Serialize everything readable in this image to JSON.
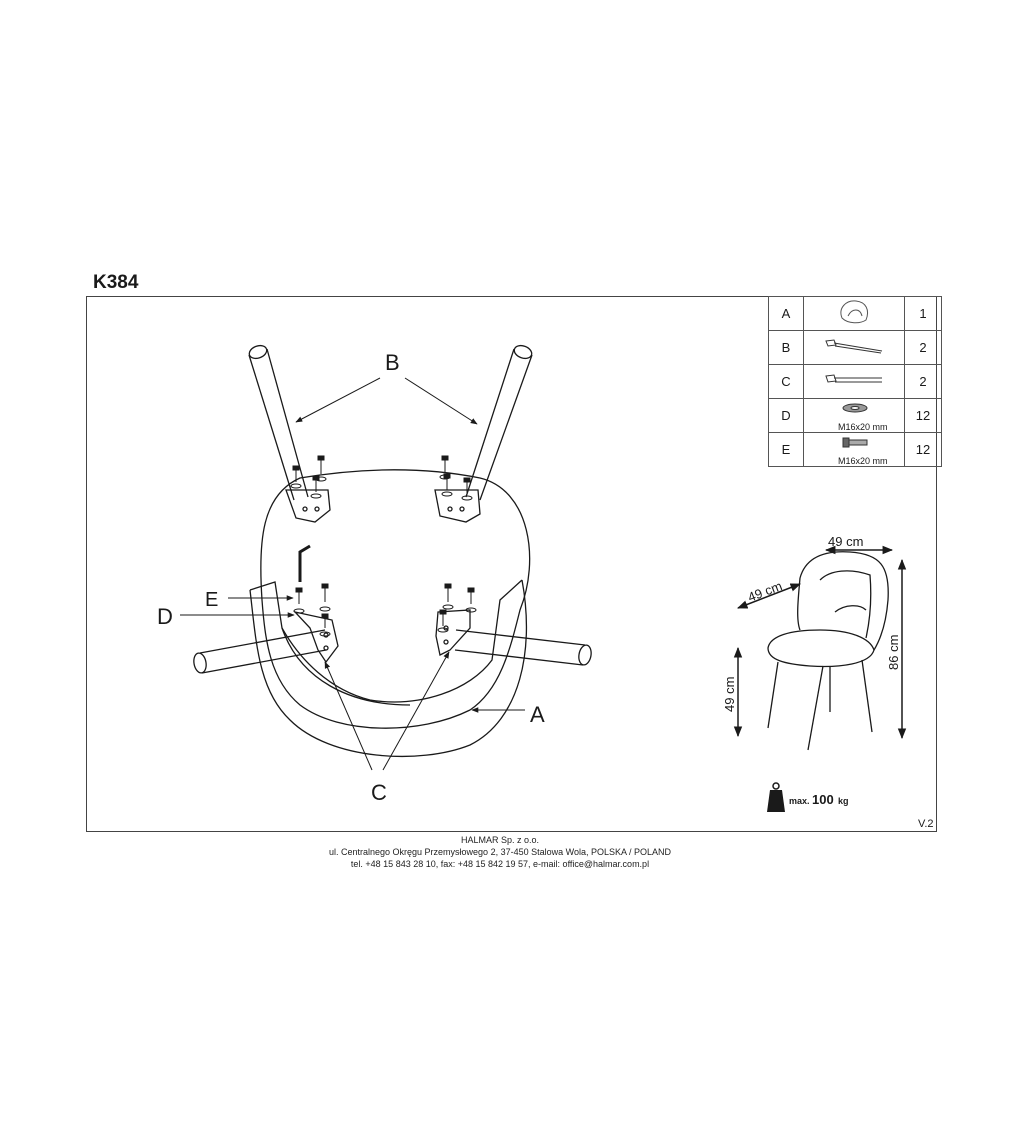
{
  "model": "K384",
  "parts": [
    {
      "letter": "A",
      "icon": "seat-shell-icon",
      "spec": "",
      "qty": "1"
    },
    {
      "letter": "B",
      "icon": "back-leg-icon",
      "spec": "",
      "qty": "2"
    },
    {
      "letter": "C",
      "icon": "front-leg-icon",
      "spec": "",
      "qty": "2"
    },
    {
      "letter": "D",
      "icon": "washer-icon",
      "spec": "M16x20 mm",
      "qty": "12"
    },
    {
      "letter": "E",
      "icon": "bolt-icon",
      "spec": "M16x20 mm",
      "qty": "12"
    }
  ],
  "callouts": {
    "A": "A",
    "B": "B",
    "C": "C",
    "D": "D",
    "E": "E"
  },
  "dimensions": {
    "width": "49 cm",
    "depth": "49 cm",
    "height": "86 cm",
    "seat_height": "49 cm"
  },
  "max_load": {
    "label": "max.",
    "value": "100",
    "unit": "kg"
  },
  "version": "V.2",
  "footer": {
    "company": "HALMAR Sp. z o.o.",
    "address": "ul. Centralnego Okręgu Przemysłowego 2, 37-450 Stalowa Wola, POLSKA / POLAND",
    "contact": "tel. +48 15 843 28 10, fax: +48 15 842 19 57, e-mail: office@halmar.com.pl"
  }
}
